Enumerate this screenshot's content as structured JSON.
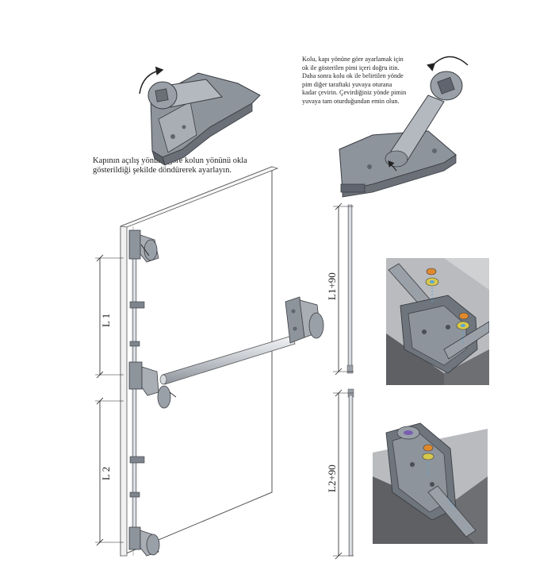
{
  "captions": {
    "left": "Kapının açılış yönüne göre kolun yönünü okla\ngösterildiği şekilde döndürerek ayarlayın.",
    "right": "Kolu, kapı yönüne göre ayarlamak için\nok ile gösterilen pimi içeri doğru itin.\nDaha sonra kolu ok ile belirtilen yönde\npim diğer taraftaki yuvaya oturana\nkadar çevirin. Çevirdiğiniz yönde pimin\nyuvaya tam oturduğundan emin olun."
  },
  "dimensions": {
    "l1": "L 1",
    "l2": "L 2",
    "l1_plus": "L1+90",
    "l2_plus": "L2+90"
  },
  "colors": {
    "metal": "#8d939c",
    "metal_dark": "#5f656e",
    "metal_light": "#c4c9d0",
    "wall": "#5e6064",
    "wall_light": "#b9bbbe",
    "outline": "#3a3d42",
    "accent_orange": "#e0892c",
    "accent_yellow": "#d8c84a",
    "accent_blue": "#5aa6d6"
  }
}
